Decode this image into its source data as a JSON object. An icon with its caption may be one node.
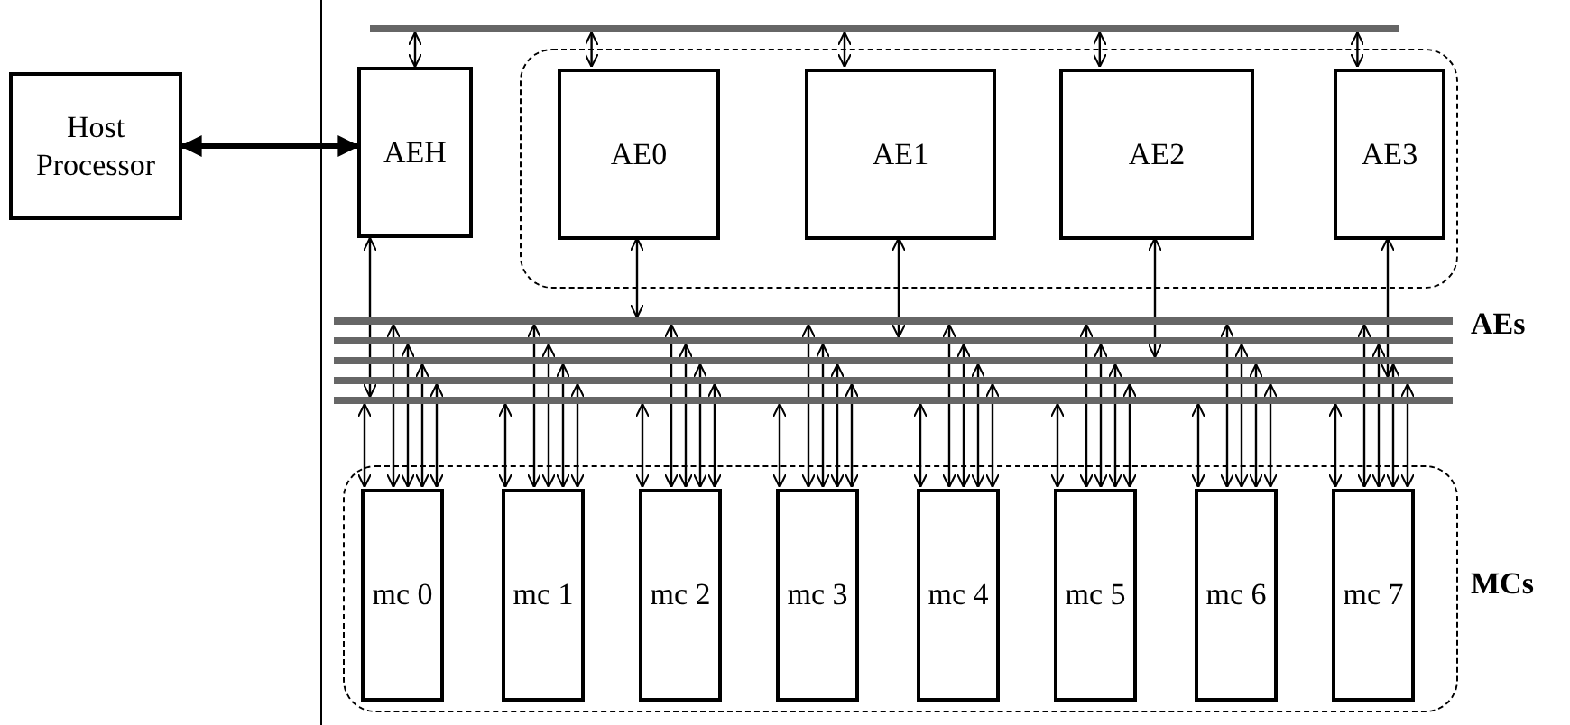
{
  "diagram": {
    "nodes": [
      {
        "text": [
          "Host Processor"
        ]
      },
      {
        "text": [],
        "shape": "bar"
      },
      {
        "text": [
          "AEH"
        ]
      },
      {
        "text": [],
        "shape": "box"
      },
      {
        "text": [
          "AE0"
        ],
        "in": 3
      },
      {
        "text": [
          "AE1"
        ],
        "in": 3
      },
      {
        "text": [
          "AE2"
        ],
        "in": 3
      },
      {
        "text": [
          "AE3"
        ],
        "in": 3
      },
      {
        "text": [],
        "shape": "bar"
      },
      {
        "text": [],
        "shape": "bar"
      },
      {
        "text": [],
        "shape": "bar"
      },
      {
        "text": [],
        "shape": "bar"
      },
      {
        "text": [],
        "shape": "bar"
      },
      {
        "text": [],
        "shape": "box"
      },
      {
        "text": [
          "mc 0"
        ],
        "in": 13
      },
      {
        "text": [
          "mc 1"
        ],
        "in": 13
      },
      {
        "text": [
          "mc 2"
        ],
        "in": 13
      },
      {
        "text": [
          "mc 3"
        ],
        "in": 13
      },
      {
        "text": [
          "mc 4"
        ],
        "in": 13
      },
      {
        "text": [
          "mc 5"
        ],
        "in": 13
      },
      {
        "text": [
          "mc 6"
        ],
        "in": 13
      },
      {
        "text": [
          "mc 7"
        ],
        "in": 13
      }
    ],
    "edges": [
      {
        "from": 0,
        "to": 2,
        "arrow": "both",
        "style": "thick"
      },
      {
        "from": 1,
        "to": 2,
        "arrow": "both"
      },
      {
        "from": 1,
        "to": 4,
        "arrow": "both"
      },
      {
        "from": 1,
        "to": 5,
        "arrow": "both"
      },
      {
        "from": 1,
        "to": 6,
        "arrow": "both"
      },
      {
        "from": 1,
        "to": 7,
        "arrow": "both"
      },
      {
        "from": 4,
        "to": 8,
        "arrow": "both"
      },
      {
        "from": 5,
        "to": 9,
        "arrow": "both"
      },
      {
        "from": 6,
        "to": 10,
        "arrow": "both"
      },
      {
        "from": 7,
        "to": 11,
        "arrow": "both"
      },
      {
        "from": 2,
        "to": 12,
        "arrow": "both"
      },
      {
        "from": 14,
        "to": 8,
        "arrow": "both"
      },
      {
        "from": 14,
        "to": 9,
        "arrow": "both"
      },
      {
        "from": 14,
        "to": 10,
        "arrow": "both"
      },
      {
        "from": 14,
        "to": 11,
        "arrow": "both"
      },
      {
        "from": 14,
        "to": 12,
        "arrow": "both"
      },
      {
        "from": 15,
        "to": 8,
        "arrow": "both"
      },
      {
        "from": 15,
        "to": 9,
        "arrow": "both"
      },
      {
        "from": 15,
        "to": 10,
        "arrow": "both"
      },
      {
        "from": 15,
        "to": 11,
        "arrow": "both"
      },
      {
        "from": 15,
        "to": 12,
        "arrow": "both"
      },
      {
        "from": 16,
        "to": 8,
        "arrow": "both"
      },
      {
        "from": 16,
        "to": 9,
        "arrow": "both"
      },
      {
        "from": 16,
        "to": 10,
        "arrow": "both"
      },
      {
        "from": 16,
        "to": 11,
        "arrow": "both"
      },
      {
        "from": 16,
        "to": 12,
        "arrow": "both"
      },
      {
        "from": 17,
        "to": 8,
        "arrow": "both"
      },
      {
        "from": 17,
        "to": 9,
        "arrow": "both"
      },
      {
        "from": 17,
        "to": 10,
        "arrow": "both"
      },
      {
        "from": 17,
        "to": 11,
        "arrow": "both"
      },
      {
        "from": 17,
        "to": 12,
        "arrow": "both"
      },
      {
        "from": 18,
        "to": 8,
        "arrow": "both"
      },
      {
        "from": 18,
        "to": 9,
        "arrow": "both"
      },
      {
        "from": 18,
        "to": 10,
        "arrow": "both"
      },
      {
        "from": 18,
        "to": 11,
        "arrow": "both"
      },
      {
        "from": 18,
        "to": 12,
        "arrow": "both"
      },
      {
        "from": 19,
        "to": 8,
        "arrow": "both"
      },
      {
        "from": 19,
        "to": 9,
        "arrow": "both"
      },
      {
        "from": 19,
        "to": 10,
        "arrow": "both"
      },
      {
        "from": 19,
        "to": 11,
        "arrow": "both"
      },
      {
        "from": 19,
        "to": 12,
        "arrow": "both"
      },
      {
        "from": 20,
        "to": 8,
        "arrow": "both"
      },
      {
        "from": 20,
        "to": 9,
        "arrow": "both"
      },
      {
        "from": 20,
        "to": 10,
        "arrow": "both"
      },
      {
        "from": 20,
        "to": 11,
        "arrow": "both"
      },
      {
        "from": 20,
        "to": 12,
        "arrow": "both"
      },
      {
        "from": 21,
        "to": 8,
        "arrow": "both"
      },
      {
        "from": 21,
        "to": 9,
        "arrow": "both"
      },
      {
        "from": 21,
        "to": 10,
        "arrow": "both"
      },
      {
        "from": 21,
        "to": 11,
        "arrow": "both"
      },
      {
        "from": 21,
        "to": 12,
        "arrow": "both"
      }
    ],
    "labels": [
      "AEs",
      "MCs"
    ]
  }
}
